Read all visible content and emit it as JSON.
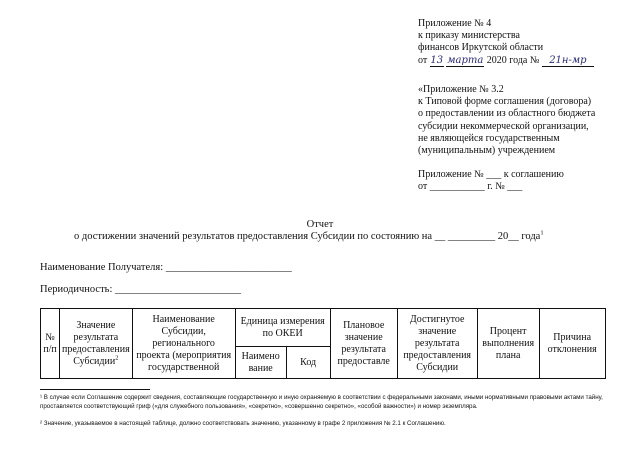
{
  "appendix": {
    "line1": "Приложение № 4",
    "line2": "к приказу министерства",
    "line3": "финансов Иркутской области",
    "date_prefix": "от",
    "date_day": "13",
    "date_month": "марта",
    "date_year_text": "2020 года №",
    "order_number": "21н-мр"
  },
  "annex": {
    "lines": [
      "«Приложение № 3.2",
      "к Типовой форме соглашения (договора)",
      "о предоставлении из областного бюджета",
      "субсидии некоммерческой организации,",
      "не являющейся государственным",
      "(муниципальным) учреждением"
    ]
  },
  "agreement_ref": {
    "line1": "Приложение № ___ к соглашению",
    "line2": "от ___________ г. № ___"
  },
  "report": {
    "title": "Отчет",
    "subtitle": "о достижении значений результатов предоставления Субсидии по состоянию на  __ _________ 20__ года",
    "subtitle_sup": "1"
  },
  "fields": {
    "recipient": "Наименование Получателя: ________________________",
    "periodicity": "Периодичность: ________________________"
  },
  "table": {
    "col_num": "№ п/п",
    "col_result_value": "Значение результата предоставления Субсидии",
    "col_result_value_sup": "2",
    "col_name": "Наименование Субсидии, регионального проекта (мероприятия государственной",
    "col_unit": "Единица измерения по ОКЕИ",
    "col_unit_name": "Наимено вание",
    "col_unit_code": "Код",
    "col_planned": "Плановое значение результата предоставле",
    "col_achieved": "Достигнутое значение результата предоставления Субсидии",
    "col_percent": "Процент выполнения плана",
    "col_reason": "Причина отклонения"
  },
  "footnotes": {
    "note1": "¹ В случае если Соглашение содержит сведения, составляющие государственную и иную охраняемую в соответствии с федеральными законами, иными нормативными правовыми актами тайну, проставляется соответствующий гриф («для служебного пользования», «секретно», «совершенно секретно», «особой важности») и номер экземпляра.",
    "note2": "² Значение, указываемое в настоящей таблице, должно соответствовать значению, указанному в графе 2 приложения № 2.1 к Соглашению."
  }
}
